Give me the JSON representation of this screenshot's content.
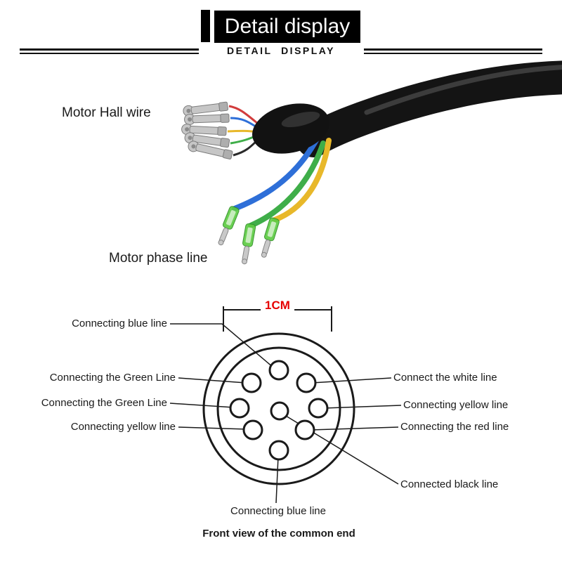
{
  "header": {
    "title": "Detail display",
    "subtitle": "DETAIL  DISPLAY"
  },
  "photo": {
    "hall_wire_label": "Motor Hall wire",
    "phase_line_label": "Motor phase line"
  },
  "diagram": {
    "measurement": "1CM",
    "caption": "Front view of the common end",
    "labels": {
      "top_left": "Connecting blue line",
      "upper_left": "Connecting the Green Line",
      "mid_left": "Connecting the Green Line",
      "lower_left": "Connecting yellow line",
      "upper_right": "Connect the white line",
      "mid_right": "Connecting yellow line",
      "lower_right": "Connecting the red line",
      "center": "Connected black line",
      "bottom": "Connecting blue line"
    }
  },
  "colors": {
    "measurement_text": "#e60000",
    "banner_bg": "#000000",
    "banner_text": "#ffffff",
    "cable_black": "#141414",
    "connector_green": "#5ecb44",
    "phase_wires": [
      "#2e6fd8",
      "#3fae49",
      "#e8b82a"
    ],
    "hall_wires": [
      "#d23c3c",
      "#2e6fd8",
      "#e8b82a",
      "#3fae49",
      "#2a2a2a"
    ]
  }
}
